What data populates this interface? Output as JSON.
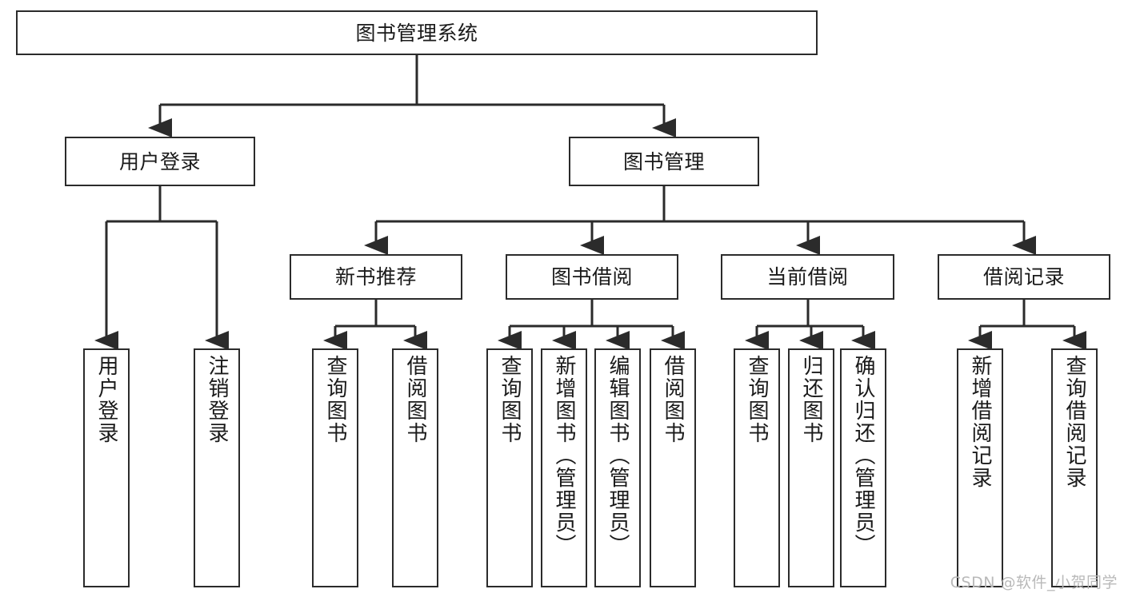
{
  "diagram": {
    "title": "图书管理系统",
    "type": "hierarchy-tree",
    "watermark": "CSDN @软件_小贺同学",
    "colors": {
      "background": "#ffffff",
      "box_border": "#2b2b2b",
      "box_fill": "#ffffff",
      "connector": "#2b2b2b",
      "text": "#1a1a1a",
      "watermark": "#b9b9b9"
    },
    "levels": {
      "root": {
        "label": "图书管理系统"
      },
      "level2": [
        {
          "label": "用户登录"
        },
        {
          "label": "图书管理"
        }
      ],
      "level3": [
        {
          "label": "新书推荐"
        },
        {
          "label": "图书借阅"
        },
        {
          "label": "当前借阅"
        },
        {
          "label": "借阅记录"
        }
      ],
      "leaves": {
        "user_login": [
          {
            "label": "用户登录"
          },
          {
            "label": "注销登录"
          }
        ],
        "new_book_recommend": [
          {
            "label": "查询图书"
          },
          {
            "label": "借阅图书"
          }
        ],
        "book_borrow": [
          {
            "label": "查询图书"
          },
          {
            "label": "新增图书（管理员）"
          },
          {
            "label": "编辑图书（管理员）"
          },
          {
            "label": "借阅图书"
          }
        ],
        "current_borrow": [
          {
            "label": "查询图书"
          },
          {
            "label": "归还图书"
          },
          {
            "label": "确认归还（管理员）"
          }
        ],
        "borrow_record": [
          {
            "label": "新增借阅记录"
          },
          {
            "label": "查询借阅记录"
          }
        ]
      }
    }
  }
}
